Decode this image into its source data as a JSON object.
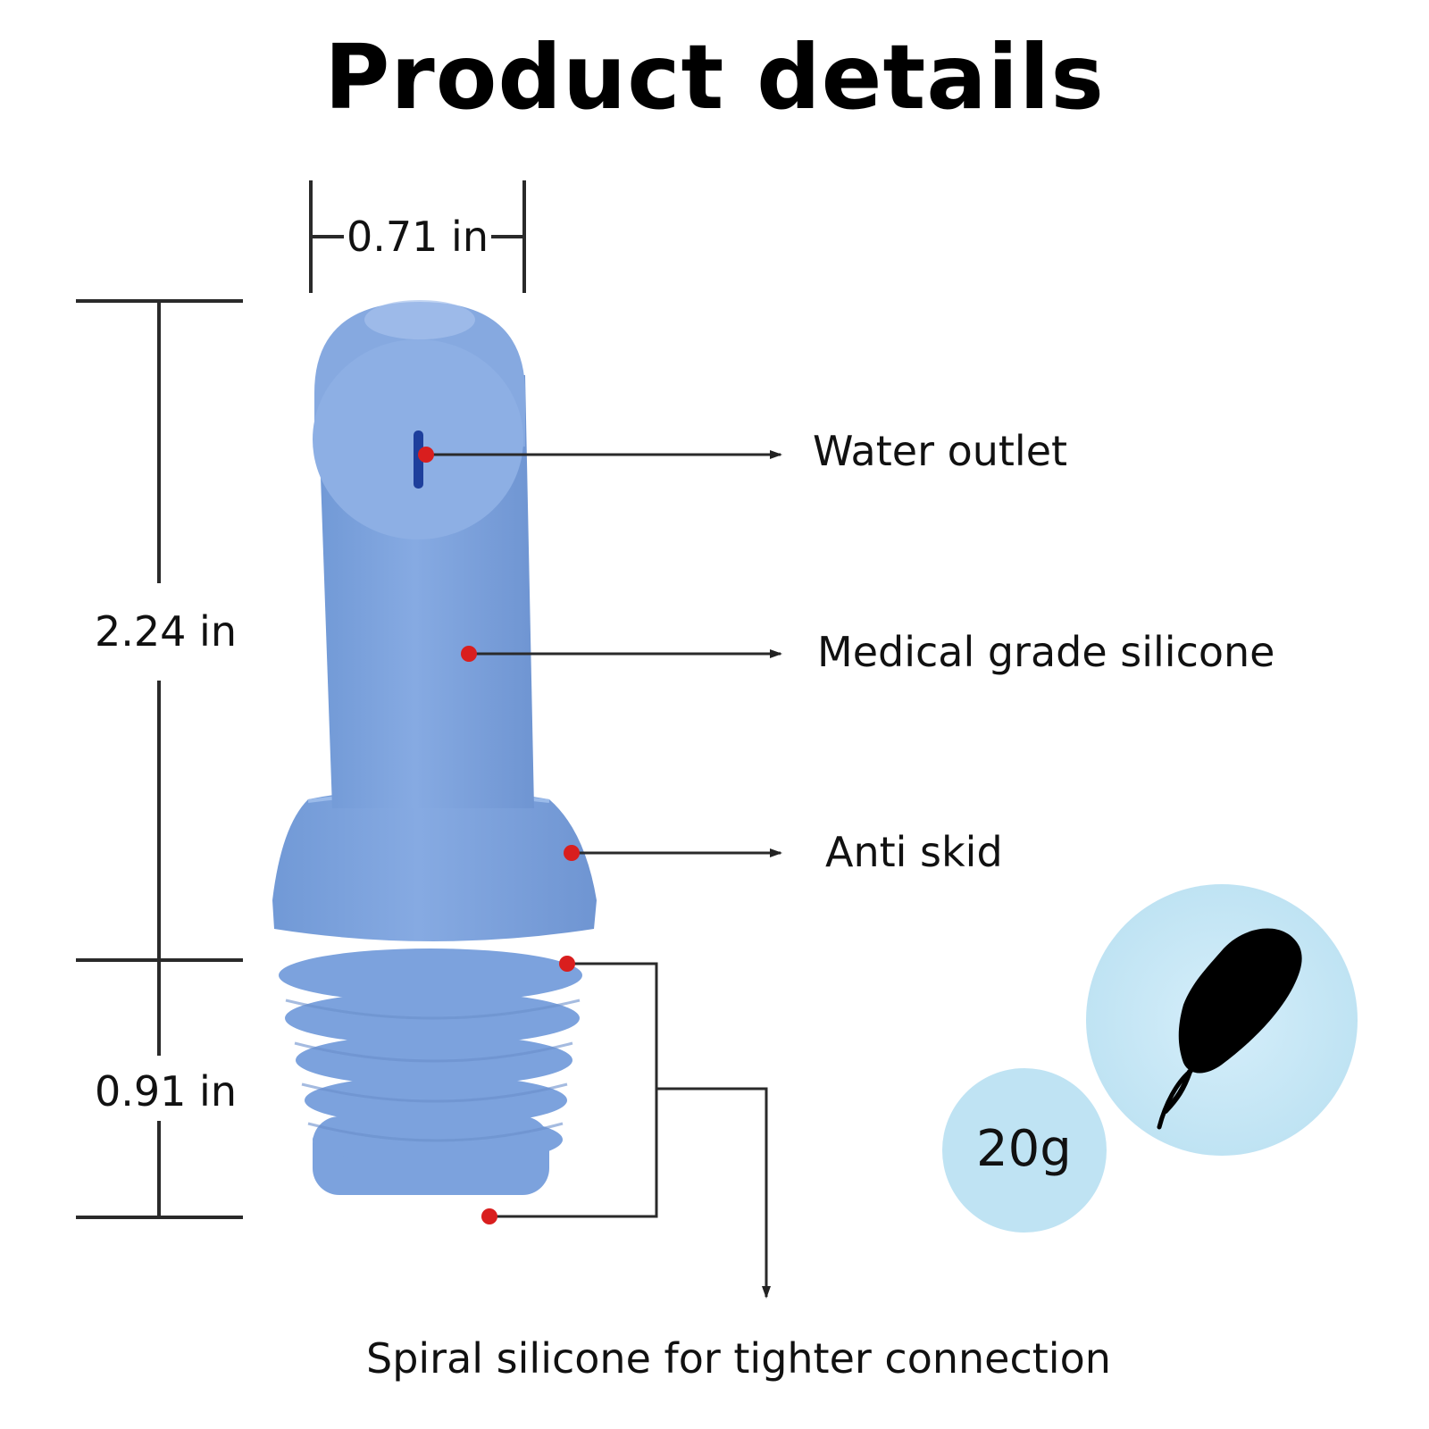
{
  "title": "Product details",
  "dimensions": {
    "width": "0.71 in",
    "total_height": "2.24 in",
    "thread_height": "0.91 in"
  },
  "callouts": {
    "water_outlet": "Water outlet",
    "silicone": "Medical grade silicone",
    "anti_skid": "Anti skid",
    "spiral": "Spiral silicone for tighter connection"
  },
  "weight": "20g",
  "icons": {
    "weight": "feather-icon"
  },
  "colors": {
    "product": "#7FA6DF",
    "marker": "#D91E1E",
    "badge": "#BFE3F3"
  }
}
